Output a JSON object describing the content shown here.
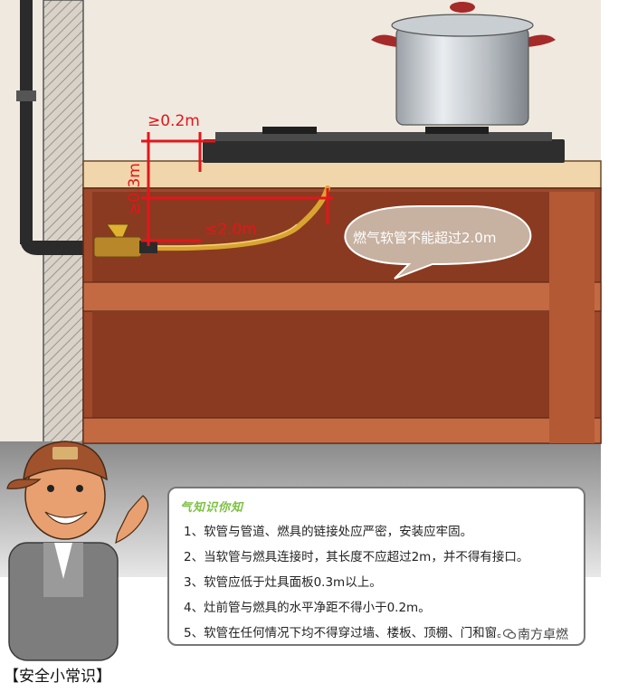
{
  "labels": {
    "height_min": "≥0.3m",
    "width_min": "≥0.2m",
    "length_max": "≤2.0m"
  },
  "bubble": {
    "text": "燃气软管不能超过2.0m"
  },
  "tips": {
    "title": "气知识你知",
    "items": [
      "1、软管与管道、燃具的链接处应严密，安装应牢固。",
      "2、当软管与燃具连接时，其长度不应超过2m，并不得有接口。",
      "3、软管应低于灶具面板0.3m以上。",
      "4、灶前管与燃具的水平净距不得小于0.2m。",
      "5、软管在任何情况下均不得穿过墙、楼板、顶棚、门和窗。"
    ]
  },
  "watermark": {
    "text": "南方卓燃"
  },
  "footer": {
    "title": "【安全小常识】"
  },
  "colors": {
    "measure_red": "#e3161b",
    "cabinet_brown": "#a0482a",
    "hose_yellow": "#d9a530",
    "tip_title_green": "#7cc142"
  }
}
